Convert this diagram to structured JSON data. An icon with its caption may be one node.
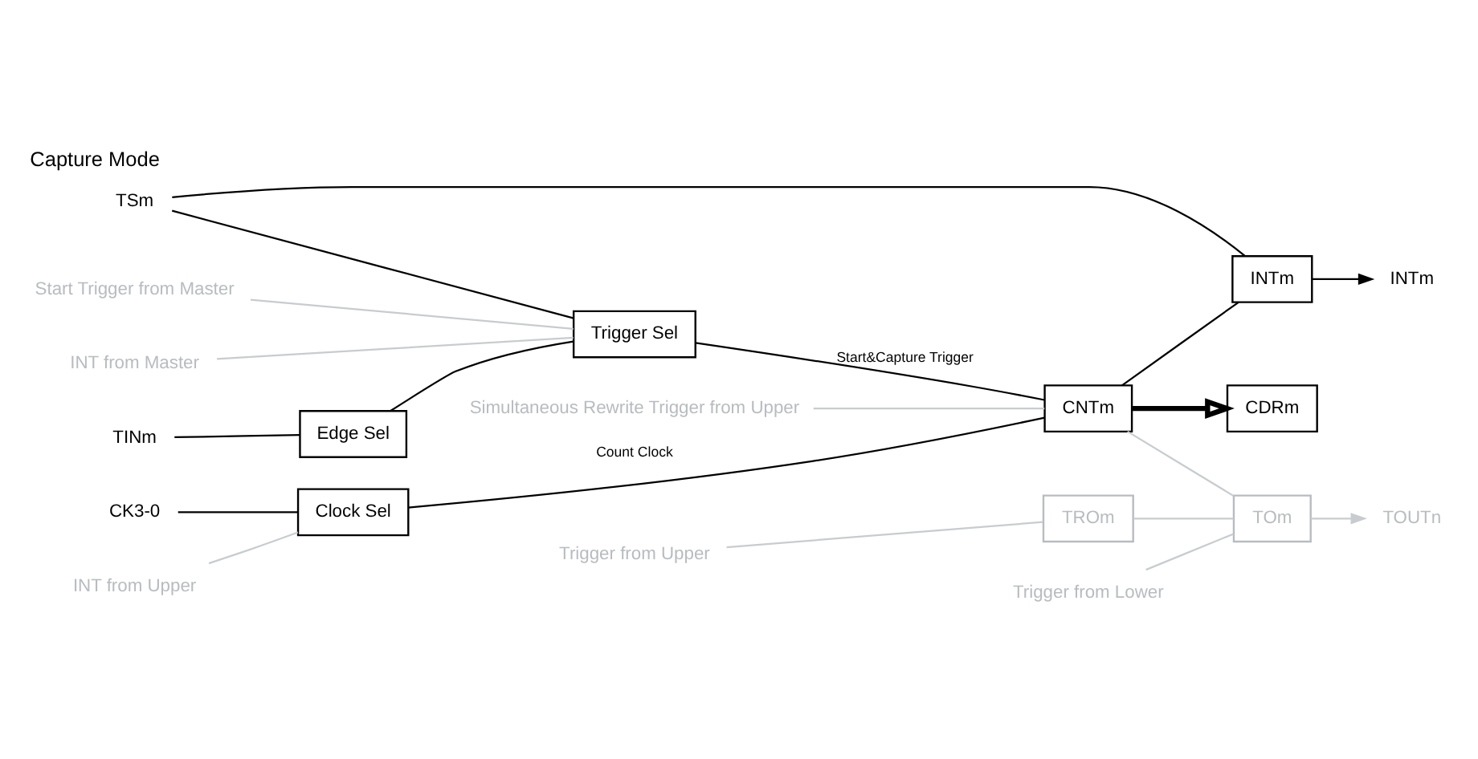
{
  "diagram": {
    "title": "Capture Mode",
    "nodes": [
      {
        "text": [
          "CK3-0"
        ]
      },
      {
        "text": [
          "TSm"
        ]
      },
      {
        "text": [
          "TINm"
        ]
      },
      {
        "text": [
          "Edge Sel"
        ]
      },
      {
        "text": [
          "Clock Sel"
        ]
      },
      {
        "text": [
          "Trigger Sel"
        ]
      },
      {
        "text": [
          "CNTm"
        ]
      },
      {
        "text": [
          "CDRm"
        ]
      },
      {
        "text": [
          "INTm"
        ]
      },
      {
        "text": [
          "INTm"
        ]
      },
      {
        "text": [
          "TROm"
        ]
      },
      {
        "text": [
          "TOm"
        ]
      },
      {
        "text": [
          "TOUTn"
        ]
      },
      {
        "text": [
          "Start Trigger from Master"
        ]
      },
      {
        "text": [
          "INT from Master"
        ]
      },
      {
        "text": [
          "INT from Upper"
        ]
      },
      {
        "text": [
          "Simultaneous Rewrite Trigger from Upper"
        ]
      },
      {
        "text": [
          "Trigger from Upper"
        ]
      },
      {
        "text": [
          "Trigger from Lower"
        ]
      }
    ],
    "edges": [
      {
        "from": 0,
        "to": 4,
        "arrow": "none"
      },
      {
        "from": 1,
        "to": 5,
        "arrow": "none"
      },
      {
        "from": 2,
        "to": 3,
        "arrow": "none"
      },
      {
        "from": 3,
        "to": 5,
        "arrow": "none"
      },
      {
        "from": 4,
        "to": 6,
        "arrow": "none",
        "label": "Count Clock"
      },
      {
        "from": 5,
        "to": 6,
        "arrow": "none",
        "label": "Start&Capture Trigger"
      },
      {
        "from": 6,
        "to": 7,
        "arrow": "to",
        "style": "thick"
      },
      {
        "from": 6,
        "to": 8,
        "arrow": "none"
      },
      {
        "from": 1,
        "to": 8,
        "arrow": "none"
      },
      {
        "from": 8,
        "to": 9,
        "arrow": "to"
      },
      {
        "from": 13,
        "to": 5,
        "arrow": "none",
        "color": "#c8ccd0"
      },
      {
        "from": 14,
        "to": 5,
        "arrow": "none",
        "color": "#c8ccd0"
      },
      {
        "from": 15,
        "to": 4,
        "arrow": "none",
        "color": "#c8ccd0"
      },
      {
        "from": 16,
        "to": 6,
        "arrow": "none",
        "color": "#c8ccd0"
      },
      {
        "from": 17,
        "to": 10,
        "arrow": "none",
        "color": "#c8ccd0"
      },
      {
        "from": 10,
        "to": 11,
        "arrow": "none",
        "color": "#c8ccd0"
      },
      {
        "from": 6,
        "to": 11,
        "arrow": "none",
        "color": "#c8ccd0"
      },
      {
        "from": 18,
        "to": 11,
        "arrow": "none",
        "color": "#c8ccd0"
      },
      {
        "from": 11,
        "to": 12,
        "arrow": "to",
        "color": "#c8ccd0"
      }
    ]
  }
}
